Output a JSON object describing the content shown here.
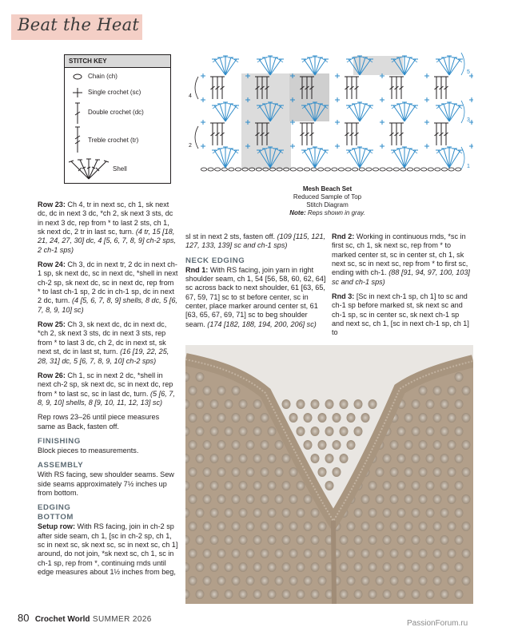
{
  "header": {
    "title": "Beat the Heat"
  },
  "stitch_key": {
    "heading": "STITCH KEY",
    "items": [
      {
        "icon": "chain-icon",
        "label": "Chain (ch)"
      },
      {
        "icon": "single-crochet-icon",
        "label": "Single crochet (sc)"
      },
      {
        "icon": "double-crochet-icon",
        "label": "Double crochet (dc)"
      },
      {
        "icon": "treble-crochet-icon",
        "label": "Treble crochet (tr)"
      },
      {
        "icon": "shell-icon",
        "label": "Shell"
      }
    ]
  },
  "diagram": {
    "row_numbers": [
      "1",
      "2",
      "3",
      "4",
      "5"
    ],
    "caption_title": "Mesh Beach Set",
    "caption_line2": "Reduced Sample of Top",
    "caption_line3": "Stitch Diagram",
    "caption_note_label": "Note:",
    "caption_note_text": " Reps shown in gray.",
    "colors": {
      "blue": "#2e8bc9",
      "gray": "#dcdcdc",
      "dark": "#231f20"
    }
  },
  "col1": {
    "row23_label": "Row 23:",
    "row23_text": " Ch 4, tr in next sc, ch 1, sk next dc, dc in next 3 dc, *ch 2, sk next 3 sts, dc in next 3 dc, rep from * to last 2 sts, ch 1, sk next dc, 2 tr in last sc, turn.",
    "row23_count": " (4 tr, 15 [18, 21, 24, 27, 30] dc, 4 [5, 6, 7, 8, 9] ch-2 sps, 2 ch-1 sps)",
    "row24_label": "Row 24:",
    "row24_text": " Ch 3, dc in next tr, 2 dc in next ch-1 sp, sk next dc, sc in next dc, *shell in next ch-2 sp, sk next dc, sc in next dc, rep from * to last ch-1 sp, 2 dc in ch-1 sp, dc in next 2 dc, turn.",
    "row24_count": " (4 [5, 6, 7, 8, 9] shells, 8 dc, 5 [6, 7, 8, 9, 10] sc)",
    "row25_label": "Row 25:",
    "row25_text": " Ch 3, sk next dc, dc in next dc, *ch 2, sk next 3 sts, dc in next 3 sts, rep from * to last 3 dc, ch 2, dc in next st, sk next st, dc in last st, turn.",
    "row25_count": " (16 [19, 22, 25, 28, 31] dc, 5 [6, 7, 8, 9, 10] ch-2 sps)",
    "row26_label": "Row 26:",
    "row26_text": " Ch 1, sc in next 2 dc, *shell in next ch-2 sp, sk next dc, sc in next dc, rep from * to last sc, sc in last dc, turn.",
    "row26_count": " (5 [6, 7, 8, 9, 10] shells, 8 [9, 10, 11, 12, 13] sc)",
    "repeat_text": "Rep rows 23–26 until piece measures same as Back, fasten off.",
    "finishing_head": "FINISHING",
    "finishing_text": "Block pieces to measurements.",
    "assembly_head": "ASSEMBLY",
    "assembly_text": "With RS facing, sew shoulder seams. Sew side seams approximately 7½ inches up from bottom.",
    "edging_head": "EDGING",
    "bottom_head": "BOTTOM",
    "setup_label": "Setup row:",
    "setup_text": " With RS facing, join in ch-2 sp after side seam, ch 1, [sc in ch-2 sp, ch 1, sc in next sc, sk next sc, sc in next sc, ch 1] around, do not join, *sk next sc, ch 1, sc in ch-1 sp, rep from *, continuing rnds until edge measures about 1½ inches from beg,"
  },
  "col2": {
    "cont_text": "sl st in next 2 sts, fasten off.",
    "cont_count": " (109 [115, 121, 127, 133, 139] sc and ch-1 sps)",
    "neck_head": "NECK EDGING",
    "rnd1_label": "Rnd 1:",
    "rnd1_text": " With RS facing, join yarn in right shoulder seam, ch 1, 54 [56, 58, 60, 62, 64] sc across back to next shoulder, 61 [63, 65, 67, 59, 71] sc to st before center, sc in center, place marker around center st, 61 [63, 65, 67, 69, 71] sc to beg shoulder seam.",
    "rnd1_count": " (174 [182, 188, 194, 200, 206] sc)"
  },
  "col3": {
    "rnd2_label": "Rnd 2:",
    "rnd2_text": " Working in continuous rnds, *sc in first sc, ch 1, sk next sc, rep from * to marked center st, sc in center st, ch 1, sk next sc, sc in next sc, rep from * to first sc, ending with ch-1.",
    "rnd2_count": " (88 [91, 94, 97, 100, 103] sc and ch-1 sps)",
    "rnd3_label": "Rnd 3:",
    "rnd3_text": " [Sc in next ch-1 sp, ch 1] to sc and ch-1 sp before marked st, sk next sc and ch-1 sp, sc in center sc, sk next ch-1 sp and next sc, ch 1, [sc in next ch-1 sp, ch 1] to"
  },
  "footer": {
    "page_number": "80",
    "magazine": "Crochet World",
    "issue": "SUMMER 2026",
    "watermark": "PassionForum.ru"
  }
}
